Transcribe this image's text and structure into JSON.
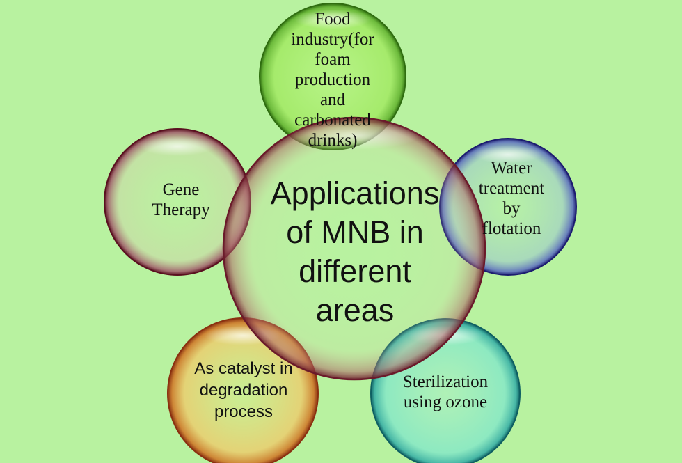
{
  "diagram": {
    "center": {
      "text": "Applications\nof MNB in\ndifferent\nareas",
      "ring_color": "#7a2a3a"
    },
    "nodes": [
      {
        "id": "food",
        "text": "Food\nindustry(for\nfoam\nproduction\nand\ncarbonated\ndrinks)",
        "ring_color": "#2f7d12",
        "fill_color": "#aef06a"
      },
      {
        "id": "water",
        "text": "Water\ntreatment\nby\nflotation",
        "ring_color": "#1c1c80",
        "fill_color": "#9bd6b8"
      },
      {
        "id": "sterilization",
        "text": "Sterilization\nusing ozone",
        "ring_color": "#0e6f70",
        "fill_color": "#7fe8cf"
      },
      {
        "id": "catalyst",
        "text": "As catalyst in\ndegradation\nprocess",
        "ring_color": "#9a3a10",
        "fill_color": "#f2c96a"
      },
      {
        "id": "gene",
        "text": "Gene\nTherapy",
        "ring_color": "#6b1a2a",
        "fill_color": "#c4e6a8"
      }
    ]
  },
  "colors": {
    "background": "#b8f2a0",
    "text": "#111111"
  }
}
